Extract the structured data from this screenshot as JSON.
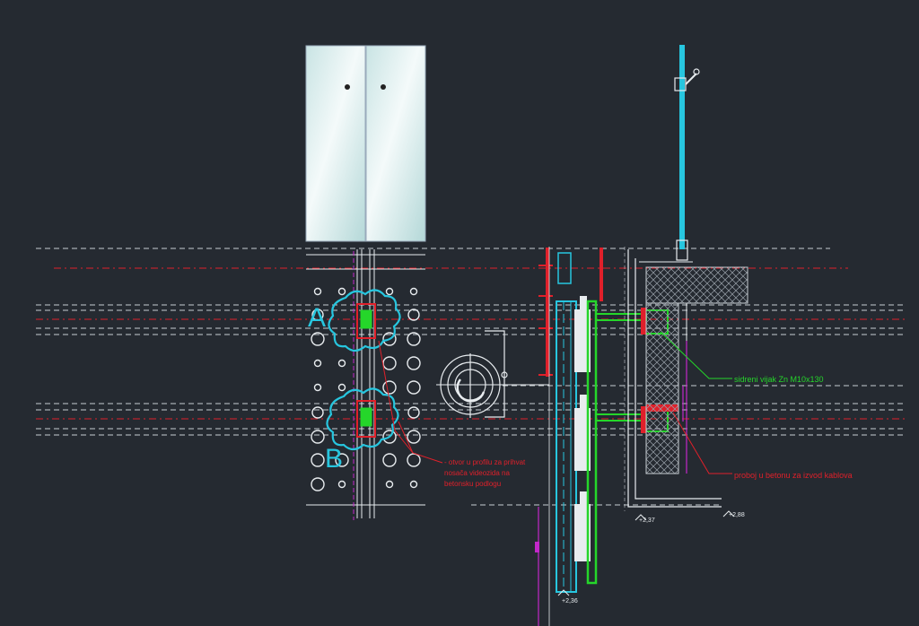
{
  "colors": {
    "background": "#252a31",
    "white": "#e8ecef",
    "red": "#e0202a",
    "cyan": "#27c6df",
    "green": "#25d62a",
    "magenta": "#c227c9",
    "grey": "#9aa2aa",
    "panel_light": "#f2f8f8",
    "panel_tint": "#bfdede"
  },
  "callouts": {
    "label_a": "A",
    "label_b": "B",
    "hole_note_line1": "- otvor u profilu za prihvat",
    "hole_note_line2": "nosača videozida na",
    "hole_note_line3": "betonsku podlogu",
    "anchor_note": "sidreni vijak Zn M10x130",
    "cable_note": "proboj u betonu za izvod kablova"
  },
  "level_marks": {
    "mark_1": "+2,36",
    "mark_2": "+2,37",
    "mark_3": "+2,88"
  }
}
